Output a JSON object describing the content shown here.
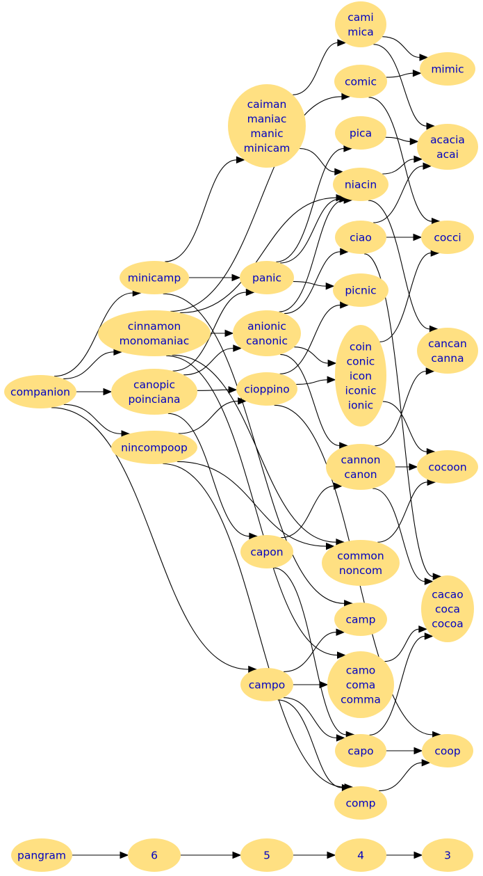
{
  "graph": {
    "nodes": [
      {
        "id": "companion",
        "lines": [
          "companion"
        ]
      },
      {
        "id": "minicamp",
        "lines": [
          "minicamp"
        ]
      },
      {
        "id": "cinnamon",
        "lines": [
          "cinnamon",
          "monomaniac"
        ]
      },
      {
        "id": "canopic",
        "lines": [
          "canopic",
          "poinciana"
        ]
      },
      {
        "id": "nincompoop",
        "lines": [
          "nincompoop"
        ]
      },
      {
        "id": "caiman",
        "lines": [
          "caiman",
          "maniac",
          "manic",
          "minicam"
        ]
      },
      {
        "id": "panic",
        "lines": [
          "panic"
        ]
      },
      {
        "id": "anionic",
        "lines": [
          "anionic",
          "canonic"
        ]
      },
      {
        "id": "cioppino",
        "lines": [
          "cioppino"
        ]
      },
      {
        "id": "capon",
        "lines": [
          "capon"
        ]
      },
      {
        "id": "campo",
        "lines": [
          "campo"
        ]
      },
      {
        "id": "cami",
        "lines": [
          "cami",
          "mica"
        ]
      },
      {
        "id": "comic",
        "lines": [
          "comic"
        ]
      },
      {
        "id": "pica",
        "lines": [
          "pica"
        ]
      },
      {
        "id": "niacin",
        "lines": [
          "niacin"
        ]
      },
      {
        "id": "ciao",
        "lines": [
          "ciao"
        ]
      },
      {
        "id": "picnic",
        "lines": [
          "picnic"
        ]
      },
      {
        "id": "coin",
        "lines": [
          "coin",
          "conic",
          "icon",
          "iconic",
          "ionic"
        ]
      },
      {
        "id": "cannon",
        "lines": [
          "cannon",
          "canon"
        ]
      },
      {
        "id": "common",
        "lines": [
          "common",
          "noncom"
        ]
      },
      {
        "id": "camp",
        "lines": [
          "camp"
        ]
      },
      {
        "id": "camo",
        "lines": [
          "camo",
          "coma",
          "comma"
        ]
      },
      {
        "id": "capo",
        "lines": [
          "capo"
        ]
      },
      {
        "id": "comp",
        "lines": [
          "comp"
        ]
      },
      {
        "id": "mimic",
        "lines": [
          "mimic"
        ]
      },
      {
        "id": "acacia",
        "lines": [
          "acacia",
          "acai"
        ]
      },
      {
        "id": "cocci",
        "lines": [
          "cocci"
        ]
      },
      {
        "id": "cancan",
        "lines": [
          "cancan",
          "canna"
        ]
      },
      {
        "id": "cocoon",
        "lines": [
          "cocoon"
        ]
      },
      {
        "id": "cacao",
        "lines": [
          "cacao",
          "coca",
          "cocoa"
        ]
      },
      {
        "id": "coop",
        "lines": [
          "coop"
        ]
      },
      {
        "id": "pangram",
        "lines": [
          "pangram"
        ]
      },
      {
        "id": "l6",
        "lines": [
          "6"
        ]
      },
      {
        "id": "l5",
        "lines": [
          "5"
        ]
      },
      {
        "id": "l4",
        "lines": [
          "4"
        ]
      },
      {
        "id": "l3",
        "lines": [
          "3"
        ]
      }
    ],
    "edges": [
      [
        "companion",
        "minicamp"
      ],
      [
        "companion",
        "cinnamon"
      ],
      [
        "companion",
        "canopic"
      ],
      [
        "companion",
        "nincompoop"
      ],
      [
        "companion",
        "campo"
      ],
      [
        "minicamp",
        "caiman"
      ],
      [
        "minicamp",
        "panic"
      ],
      [
        "minicamp",
        "camp"
      ],
      [
        "cinnamon",
        "comic"
      ],
      [
        "cinnamon",
        "niacin"
      ],
      [
        "cinnamon",
        "anionic"
      ],
      [
        "cinnamon",
        "common"
      ],
      [
        "cinnamon",
        "camo"
      ],
      [
        "canopic",
        "panic"
      ],
      [
        "canopic",
        "anionic"
      ],
      [
        "canopic",
        "cioppino"
      ],
      [
        "canopic",
        "capon"
      ],
      [
        "nincompoop",
        "cioppino"
      ],
      [
        "nincompoop",
        "common"
      ],
      [
        "nincompoop",
        "comp"
      ],
      [
        "caiman",
        "cami"
      ],
      [
        "caiman",
        "niacin"
      ],
      [
        "panic",
        "pica"
      ],
      [
        "panic",
        "niacin"
      ],
      [
        "panic",
        "picnic"
      ],
      [
        "anionic",
        "niacin"
      ],
      [
        "anionic",
        "ciao"
      ],
      [
        "anionic",
        "coin"
      ],
      [
        "anionic",
        "cannon"
      ],
      [
        "cioppino",
        "picnic"
      ],
      [
        "cioppino",
        "coin"
      ],
      [
        "cioppino",
        "coop"
      ],
      [
        "capon",
        "cannon"
      ],
      [
        "capon",
        "capo"
      ],
      [
        "campo",
        "camp"
      ],
      [
        "campo",
        "camo"
      ],
      [
        "campo",
        "capo"
      ],
      [
        "campo",
        "comp"
      ],
      [
        "cami",
        "mimic"
      ],
      [
        "cami",
        "acacia"
      ],
      [
        "comic",
        "mimic"
      ],
      [
        "comic",
        "cocci"
      ],
      [
        "pica",
        "acacia"
      ],
      [
        "niacin",
        "acacia"
      ],
      [
        "niacin",
        "cancan"
      ],
      [
        "ciao",
        "acacia"
      ],
      [
        "ciao",
        "cocci"
      ],
      [
        "ciao",
        "cacao"
      ],
      [
        "coin",
        "cocci"
      ],
      [
        "coin",
        "cocoon"
      ],
      [
        "cannon",
        "cancan"
      ],
      [
        "cannon",
        "cocoon"
      ],
      [
        "cannon",
        "cacao"
      ],
      [
        "common",
        "cocoon"
      ],
      [
        "camo",
        "cacao"
      ],
      [
        "capo",
        "cacao"
      ],
      [
        "capo",
        "coop"
      ],
      [
        "comp",
        "coop"
      ],
      [
        "pangram",
        "l6"
      ],
      [
        "l6",
        "l5"
      ],
      [
        "l5",
        "l4"
      ],
      [
        "l4",
        "l3"
      ]
    ]
  }
}
